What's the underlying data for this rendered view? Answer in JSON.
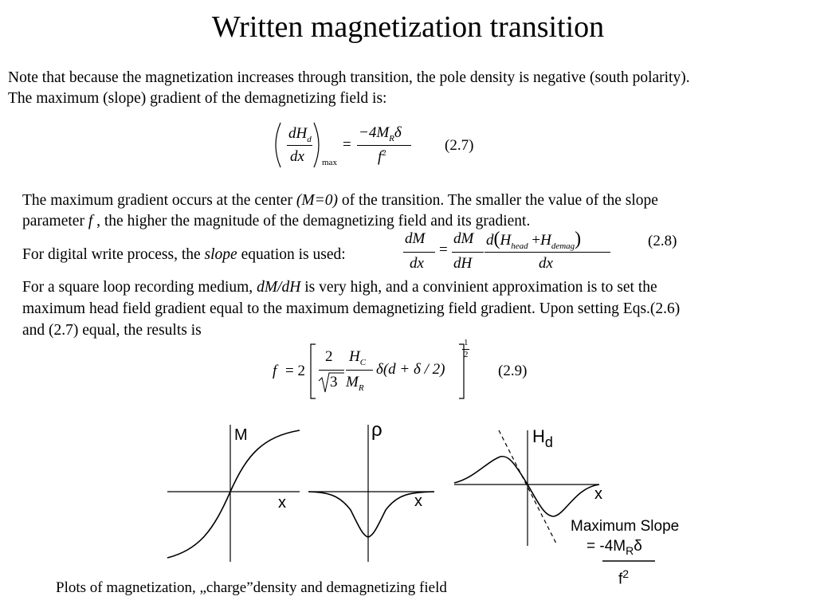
{
  "slide": {
    "title": "Written magnetization transition",
    "note_line1": "Note that because the magnetization increases through transition, the pole density is negative (south polarity).",
    "note_line2": "The maximum (slope) gradient of the demagnetizing field is:",
    "para2_a": "The maximum gradient occurs at the center ",
    "para2_b": "(M=0)",
    "para2_c": " of the transition. The smaller the value of the slope",
    "para2_d": "parameter ",
    "para2_e": "f",
    "para2_f": " , the higher the magnitude of the demagnetizing field and its gradient.",
    "para3_a": "For digital write process, the ",
    "para3_b": "slope",
    "para3_c": " equation is used:",
    "para4_a": "For a square loop recording medium, ",
    "para4_b": "dM/dH",
    "para4_c": " is very high, and a convinient approximation is to set the",
    "para4_line2": "maximum head field gradient equal to the maximum demagnetizing field gradient. Upon setting Eqs.(2.6)",
    "para4_line3": "and (2.7) equal, the results is",
    "caption": "Plots of magnetization, „charge”density and demagnetizing field"
  },
  "equations": {
    "eq27": {
      "number": "(2.7)",
      "num_left": "dH",
      "sub_d": "d",
      "den_left": "dx",
      "sub_max": "max",
      "equals": "=",
      "num_right": "−4M",
      "sub_R": "R",
      "delta": "δ",
      "den_right": "f",
      "sup2": "2"
    },
    "eq28": {
      "number": "(2.8)",
      "dM": "dM",
      "dx": "dx",
      "equals": "=",
      "dM2": "dM",
      "dH": "dH",
      "d": "d",
      "H1": "H",
      "sub_head": "head",
      "plus": "+",
      "H2": "H",
      "sub_demag": "demag",
      "dx2": "dx"
    },
    "eq29": {
      "number": "(2.9)",
      "lhs": "f",
      "equals": "= 2",
      "two": "2",
      "sqrt3": "3",
      "Hc": "H",
      "sub_C": "C",
      "MR": "M",
      "sub_R": "R",
      "body": "δ(d + δ / 2)",
      "exp_num": "1",
      "exp_den": "2"
    }
  },
  "plots": {
    "label_M": "M",
    "label_rho": "ρ",
    "label_H": "H",
    "label_H_sub": "d",
    "label_x": "x",
    "max_slope_line1": "Maximum Slope",
    "max_slope_line2_pre": "= -4M",
    "max_slope_line2_sub": "R",
    "max_slope_line2_post": "δ",
    "max_slope_den": "f",
    "max_slope_den_sup": "2"
  }
}
